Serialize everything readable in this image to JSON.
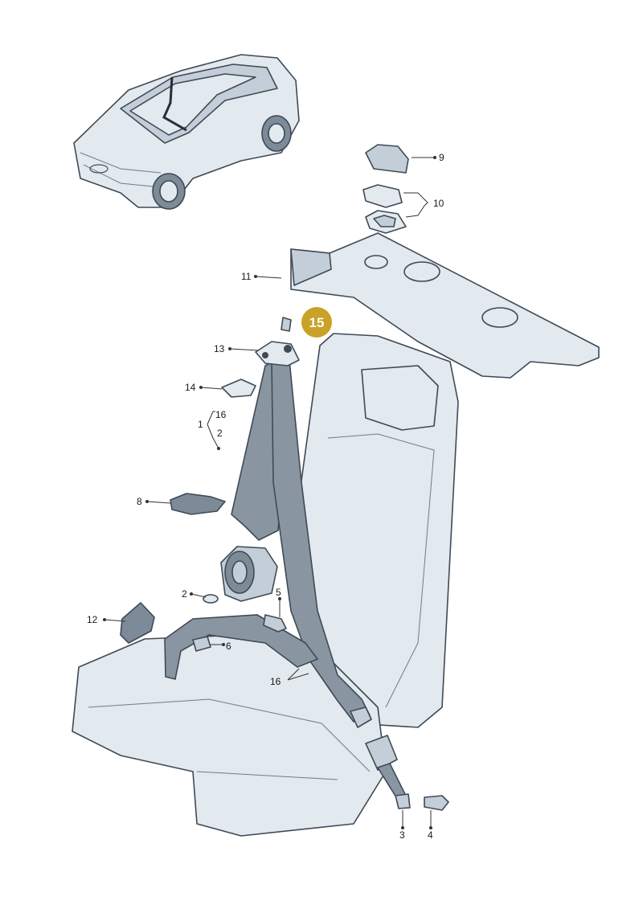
{
  "diagram": {
    "highlight": {
      "label": "15",
      "color": "#c9a227"
    },
    "callouts": [
      {
        "id": "c9",
        "label": "9"
      },
      {
        "id": "c10",
        "label": "10"
      },
      {
        "id": "c11",
        "label": "11"
      },
      {
        "id": "c13",
        "label": "13"
      },
      {
        "id": "c14",
        "label": "14"
      },
      {
        "id": "c1",
        "label": "1"
      },
      {
        "id": "c16a",
        "label": "16"
      },
      {
        "id": "c2a",
        "label": "2"
      },
      {
        "id": "c8",
        "label": "8"
      },
      {
        "id": "c2b",
        "label": "2"
      },
      {
        "id": "c5",
        "label": "5"
      },
      {
        "id": "c12",
        "label": "12"
      },
      {
        "id": "c6",
        "label": "6"
      },
      {
        "id": "c16b",
        "label": "16"
      },
      {
        "id": "c3",
        "label": "3"
      },
      {
        "id": "c4",
        "label": "4"
      }
    ],
    "colors": {
      "part_fill": "#e2e9ef",
      "part_shade": "#c3ced8",
      "belt": "#8996a2",
      "outline": "#3f4a55",
      "highlight": "#c9a227"
    }
  }
}
